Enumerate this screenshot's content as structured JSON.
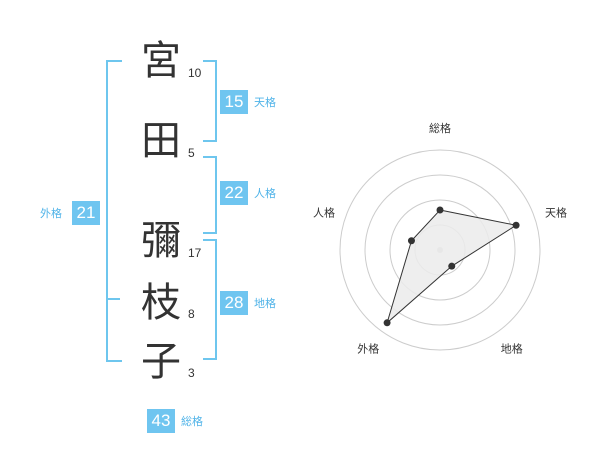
{
  "name_chars": [
    {
      "char": "宮",
      "strokes": "10"
    },
    {
      "char": "田",
      "strokes": "5"
    },
    {
      "char": "彌",
      "strokes": "17"
    },
    {
      "char": "枝",
      "strokes": "8"
    },
    {
      "char": "子",
      "strokes": "3"
    }
  ],
  "kaku": {
    "tenkaku": {
      "value": "15",
      "label": "天格"
    },
    "jinkaku": {
      "value": "22",
      "label": "人格"
    },
    "chikaku": {
      "value": "28",
      "label": "地格"
    },
    "gaikaku": {
      "value": "21",
      "label": "外格"
    },
    "soukaku": {
      "value": "43",
      "label": "総格"
    }
  },
  "colors": {
    "accent": "#6fc5f0",
    "bracket": "#6ec6ee",
    "label": "#4fb3e8",
    "text": "#333333",
    "radar_fill": "#ebebeb",
    "radar_line": "#333333",
    "ring": "#cccccc"
  },
  "chart_data": {
    "type": "radar",
    "axes": [
      "総格",
      "天格",
      "地格",
      "外格",
      "人格"
    ],
    "values": [
      0.4,
      0.8,
      0.2,
      0.9,
      0.3
    ],
    "rings": 4,
    "range": [
      0,
      1
    ]
  }
}
